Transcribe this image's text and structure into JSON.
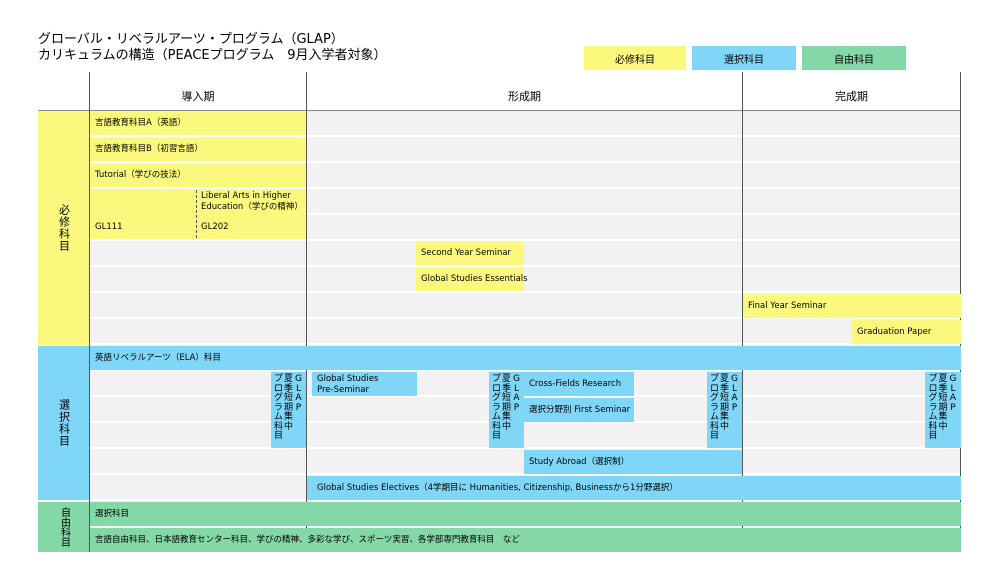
{
  "title": {
    "line1": "グローバル・リベラルアーツ・プログラム（GLAP）",
    "line2": "カリキュラムの構造（PEACEプログラム　9月入学者対象）"
  },
  "legend": {
    "required": "必修科目",
    "elective": "選択科目",
    "free": "自由科目",
    "colors": {
      "required": "#faf97e",
      "elective": "#7fd6f7",
      "free": "#84d7a6"
    }
  },
  "phases": {
    "intro": "導入期",
    "formation": "形成期",
    "completion": "完成期"
  },
  "categories": {
    "required": "必修科目",
    "elective": "選択科目",
    "free": "自由科目"
  },
  "required_courses": {
    "lang_a": "言語教育科目A（英語）",
    "lang_b": "言語教育科目B（初習言語）",
    "tutorial": "Tutorial（学びの技法）",
    "liberal_arts_line1": "Liberal Arts in Higher",
    "liberal_arts_line2": "Education（学びの精神）",
    "gl111": "GL111",
    "gl202": "GL202",
    "second_year": "Second Year Seminar",
    "global_essentials": "Global Studies Essentials",
    "final_year": "Final Year Seminar",
    "graduation": "Graduation Paper"
  },
  "elective_courses": {
    "ela": "英語リベラルアーツ（ELA）科目",
    "glap_summer": "GLAP夏季短期集中プログラム科目",
    "pre_seminar_line1": "Global Studies",
    "pre_seminar_line2": "Pre-Seminar",
    "cross_fields": "Cross-Fields Research",
    "first_seminar": "選択分野別 First Seminar",
    "study_abroad": "Study Abroad（選択制）",
    "electives": "Global Studies Electives（4学期目に Humanities, Citizenship, Businessから1分野選択）"
  },
  "free_courses": {
    "elective": "選択科目",
    "list": "言語自由科目、日本語教育センター科目、学びの精神、多彩な学び、スポーツ実習、各学部専門教育科目　など"
  }
}
